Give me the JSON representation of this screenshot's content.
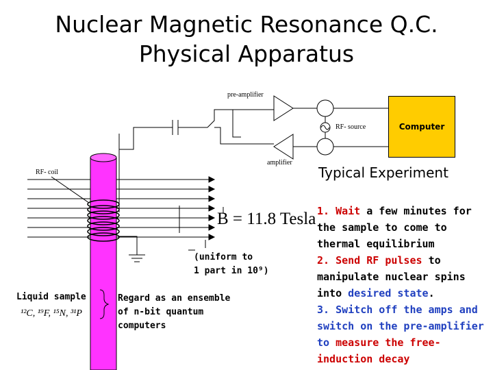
{
  "title": {
    "line1": "Nuclear Magnetic Resonance Q.C.",
    "line2": "Physical Apparatus"
  },
  "labels": {
    "pre_amplifier": "pre-amplifier",
    "amplifier": "amplifier",
    "rf_source": "RF- source",
    "rf_coil": "RF- coil",
    "computer": "Computer",
    "typical_experiment": "Typical Experiment",
    "field_equation": "B = 11.8 Tesla",
    "uniform_line1": "(uniform to",
    "uniform_line2": "1 part in 10⁹)",
    "liquid_sample": "Liquid sample",
    "isotopes": "¹²C, ¹⁹F, ¹⁵N, ³¹P",
    "ensemble_line1": "Regard as an ensemble",
    "ensemble_line2": "of n-bit quantum",
    "ensemble_line3": "computers"
  },
  "steps": [
    {
      "num": "1.",
      "action": "Wait",
      "rest": "a few minutes for the sample to come to thermal equilibrium"
    },
    {
      "num": "2.",
      "action": "Send RF pulses",
      "to": "to manipulate nuclear spins into",
      "target": "desired state",
      "end": "."
    },
    {
      "num": "3.",
      "text": "Switch off the amps and switch on the pre-amplifier to",
      "measure": "measure the free-induction decay"
    }
  ],
  "colors": {
    "computer_box": "#ffcc00",
    "sample_tube": "#ff33ff",
    "highlight_blue": "#1f3fbf",
    "highlight_red": "#cc0000"
  }
}
